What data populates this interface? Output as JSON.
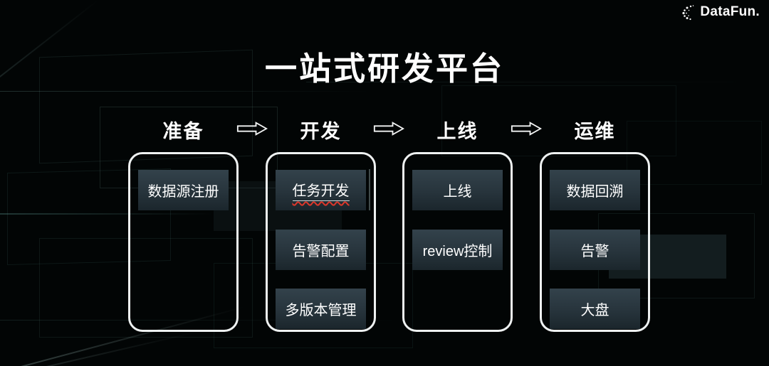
{
  "brand": {
    "logo_text": "DataFun.",
    "logo_icon": "dots-cluster-icon"
  },
  "slide": {
    "title": "一站式研发平台"
  },
  "flow": {
    "arrow_icon": "right-arrow-icon",
    "columns": [
      {
        "title": "准备",
        "items": [
          {
            "label": "数据源注册"
          }
        ]
      },
      {
        "title": "开发",
        "items": [
          {
            "label": "任务开发",
            "spellcheck_underline": true
          },
          {
            "label": "告警配置"
          },
          {
            "label": "多版本管理"
          }
        ]
      },
      {
        "title": "上线",
        "items": [
          {
            "label": "上线"
          },
          {
            "label": "review控制"
          }
        ]
      },
      {
        "title": "运维",
        "items": [
          {
            "label": "数据回溯"
          },
          {
            "label": "告警"
          },
          {
            "label": "大盘"
          }
        ]
      }
    ]
  },
  "colors": {
    "background": "#020505",
    "panel_border": "#eef1f1",
    "item_bg_top": "#33424b",
    "item_bg_bottom": "#1b262c",
    "text": "#ffffff",
    "spellcheck_red": "#dd372b",
    "circuit_line_teal": "#6fb9ae"
  }
}
